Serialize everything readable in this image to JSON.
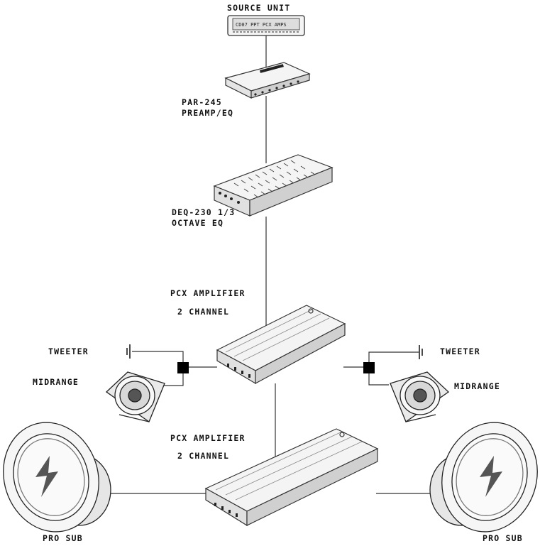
{
  "components": {
    "source_unit": {
      "label": "SOURCE UNIT",
      "display": "CD07 PPT PCX AMPS"
    },
    "preamp": {
      "label_line1": "PAR-245",
      "label_line2": "PREAMP/EQ"
    },
    "eq": {
      "label_line1": "DEQ-230 1/3",
      "label_line2": "OCTAVE EQ"
    },
    "amp1": {
      "label_line1": "PCX AMPLIFIER",
      "label_line2": "2 CHANNEL"
    },
    "amp2": {
      "label_line1": "PCX AMPLIFIER",
      "label_line2": "2 CHANNEL"
    },
    "tweeter_left": {
      "label": "TWEETER"
    },
    "tweeter_right": {
      "label": "TWEETER"
    },
    "midrange_left": {
      "label": "MIDRANGE"
    },
    "midrange_right": {
      "label": "MIDRANGE"
    },
    "sub_left": {
      "label": "PRO SUB"
    },
    "sub_right": {
      "label": "PRO SUB"
    }
  },
  "colors": {
    "line": "#333333",
    "device_fill": "#f4f4f4",
    "crossover": "#000000"
  }
}
